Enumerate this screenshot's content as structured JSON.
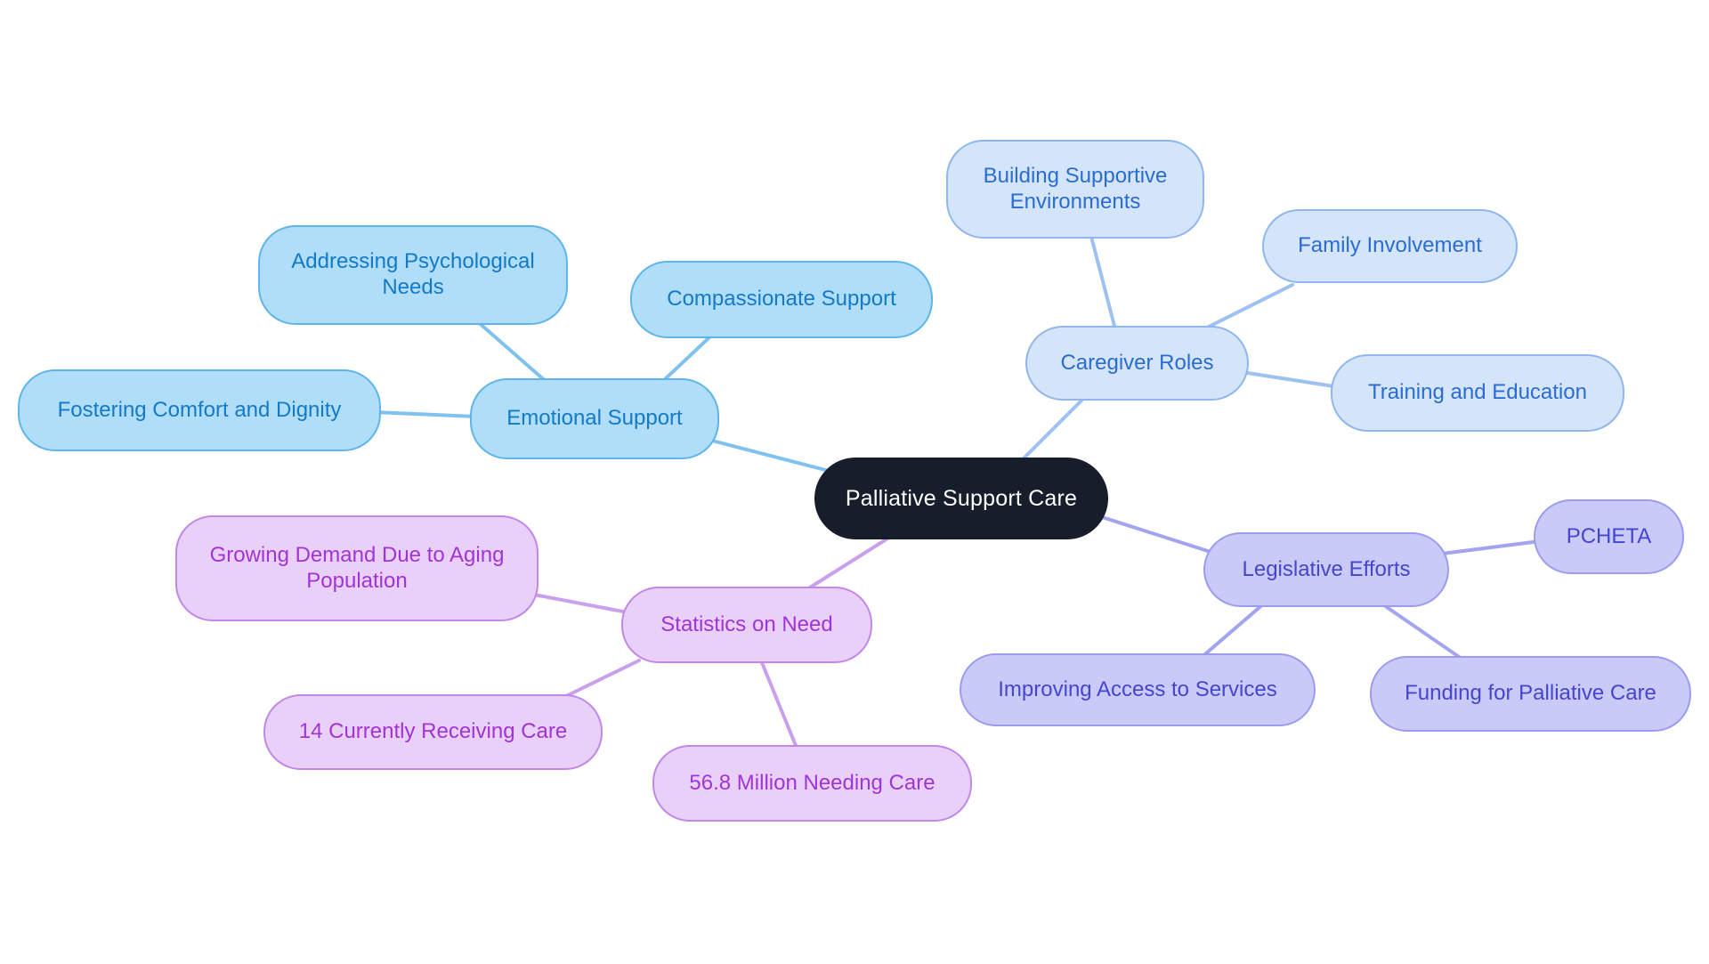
{
  "root": {
    "label": "Palliative Support Care",
    "bg": "#161D2B",
    "text_color": "#FFFFFF"
  },
  "branches": [
    {
      "name": "Emotional Support",
      "fill": "#B0DDF8",
      "border": "#5FB5EA",
      "text_color": "#137AC8",
      "line_color": "#7FC1EF",
      "topic": {
        "label": "Emotional Support"
      },
      "children": [
        {
          "label": "Addressing Psychological Needs"
        },
        {
          "label": "Compassionate Support"
        },
        {
          "label": "Fostering Comfort and Dignity"
        }
      ]
    },
    {
      "name": "Caregiver Roles",
      "fill": "#D4E5FA",
      "border": "#8FB6ED",
      "text_color": "#2A6CD2",
      "line_color": "#9DC1F1",
      "topic": {
        "label": "Caregiver Roles"
      },
      "children": [
        {
          "label": "Building Supportive Environments"
        },
        {
          "label": "Family Involvement"
        },
        {
          "label": "Training and Education"
        }
      ]
    },
    {
      "name": "Legislative Efforts",
      "fill": "#C9CAF8",
      "border": "#9B9CEF",
      "text_color": "#4545CE",
      "line_color": "#A3A4F1",
      "topic": {
        "label": "Legislative Efforts"
      },
      "children": [
        {
          "label": "PCHETA"
        },
        {
          "label": "Improving Access to Services"
        },
        {
          "label": "Funding for Palliative Care"
        }
      ]
    },
    {
      "name": "Statistics on Need",
      "fill": "#E9D0F8",
      "border": "#C287E9",
      "text_color": "#A233D8",
      "line_color": "#C9A0EC",
      "topic": {
        "label": "Statistics on Need"
      },
      "children": [
        {
          "label": "Growing Demand Due to Aging Population"
        },
        {
          "label": "14 Currently Receiving Care"
        },
        {
          "label": "56.8 Million Needing Care"
        }
      ]
    }
  ]
}
